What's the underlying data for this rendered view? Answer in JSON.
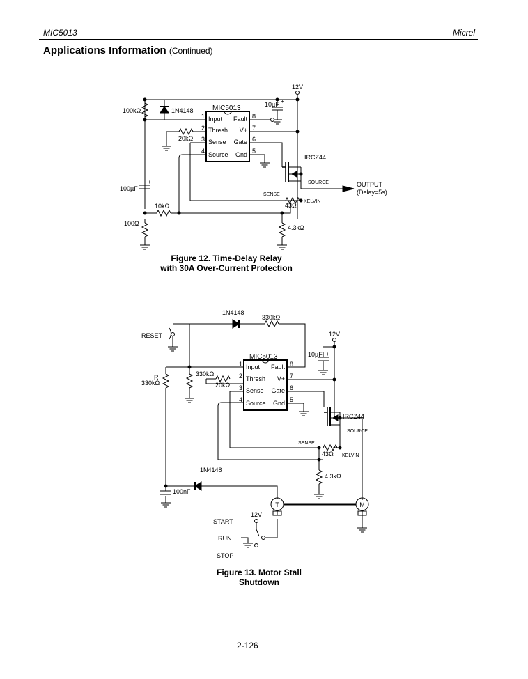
{
  "header": {
    "left": "MIC5013",
    "right": "Micrel"
  },
  "section": {
    "title": "Applications Information",
    "subtitle": "(Continued)"
  },
  "figure12": {
    "caption_line1": "Figure 12.  Time-Delay Relay",
    "caption_line2": "with 30A Over-Current Protection",
    "labels": {
      "supply": "12V",
      "r_input": "100kΩ",
      "diode": "1N4148",
      "chip": "MIC5013",
      "cap_fault": "10µF",
      "cap_plus": "+",
      "r_thresh": "20kΩ",
      "cap_timing": "100µF",
      "cap_timing_plus": "+",
      "r_10k": "10kΩ",
      "r_100": "100Ω",
      "mosfet": "IRCZ44",
      "source": "SOURCE",
      "sense": "SENSE",
      "kelvin": "KELVIN",
      "r_sense": "43Ω",
      "r_load": "4.3kΩ",
      "output": "OUTPUT",
      "delay": "(Delay=5s)"
    }
  },
  "figure13": {
    "caption_line1": "Figure 13.  Motor Stall",
    "caption_line2": "Shutdown",
    "labels": {
      "diode_top": "1N4148",
      "r_330_top": "330kΩ",
      "reset": "RESET",
      "supply": "12V",
      "chip": "MIC5013",
      "cap_fault": "10µF",
      "cap_plus": "+",
      "r_label": "R",
      "r_value": "330kΩ",
      "r_330_mid": "330kΩ",
      "r_20k": "20kΩ",
      "mosfet": "IRCZ44",
      "source": "SOURCE",
      "sense": "SENSE",
      "r_sense": "43Ω",
      "kelvin": "KELVIN",
      "diode_bottom": "1N4148",
      "r_load": "4.3kΩ",
      "cap": "100nF",
      "tach": "T",
      "motor": "M",
      "switch_supply": "12V",
      "start": "START",
      "run": "RUN",
      "stop": "STOP"
    }
  },
  "chip_pins": {
    "p1": "Input",
    "p2": "Thresh",
    "p3": "Sense",
    "p4": "Source",
    "p5": "Gnd",
    "p6": "Gate",
    "p7": "V+",
    "p8": "Fault",
    "n1": "1",
    "n2": "2",
    "n3": "3",
    "n4": "4",
    "n5": "5",
    "n6": "6",
    "n7": "7",
    "n8": "8"
  },
  "footer": {
    "page_number": "2-126"
  }
}
